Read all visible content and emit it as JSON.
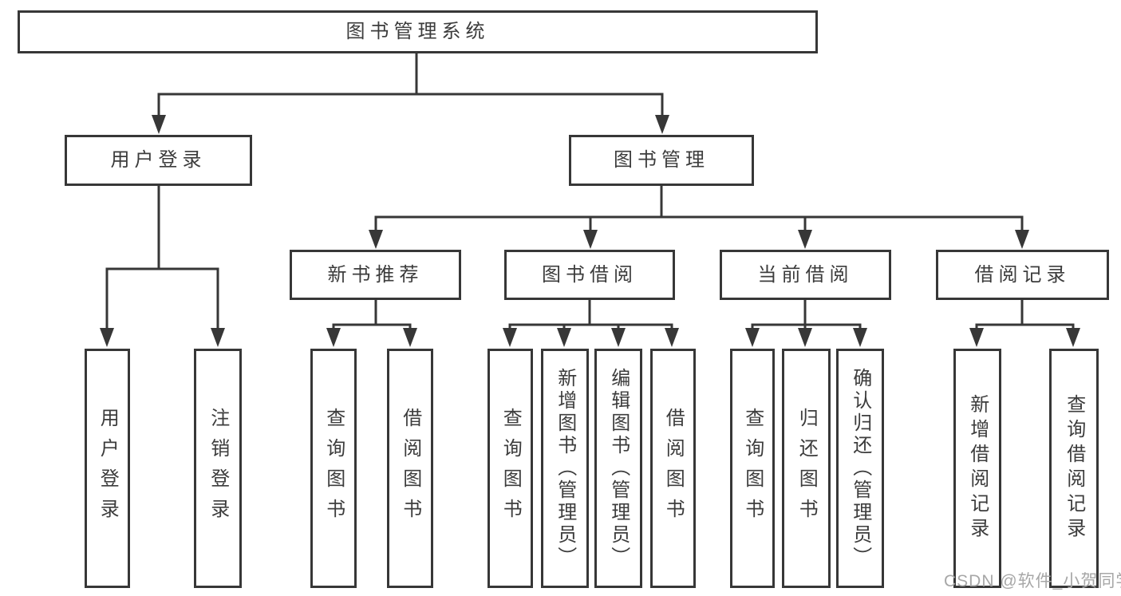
{
  "diagram_type": "hierarchy-tree",
  "colors": {
    "line": "#373737",
    "box_border": "#373737",
    "text": "#3c3c3c",
    "watermark": "#a7a7a7",
    "background": "#ffffff"
  },
  "tree": {
    "label": "图书管理系统",
    "children": [
      {
        "label": "用户登录",
        "children": [
          {
            "label": "用户登录"
          },
          {
            "label": "注销登录"
          }
        ]
      },
      {
        "label": "图书管理",
        "children": [
          {
            "label": "新书推荐",
            "children": [
              {
                "label": "查询图书"
              },
              {
                "label": "借阅图书"
              }
            ]
          },
          {
            "label": "图书借阅",
            "children": [
              {
                "label": "查询图书"
              },
              {
                "label": "新增图书（管理员）"
              },
              {
                "label": "编辑图书（管理员）"
              },
              {
                "label": "借阅图书"
              }
            ]
          },
          {
            "label": "当前借阅",
            "children": [
              {
                "label": "查询图书"
              },
              {
                "label": "归还图书"
              },
              {
                "label": "确认归还（管理员）"
              }
            ]
          },
          {
            "label": "借阅记录",
            "children": [
              {
                "label": "新增借阅记录"
              },
              {
                "label": "查询借阅记录"
              }
            ]
          }
        ]
      }
    ]
  },
  "watermark": {
    "text": "CSDN @软件_小贺同学"
  }
}
